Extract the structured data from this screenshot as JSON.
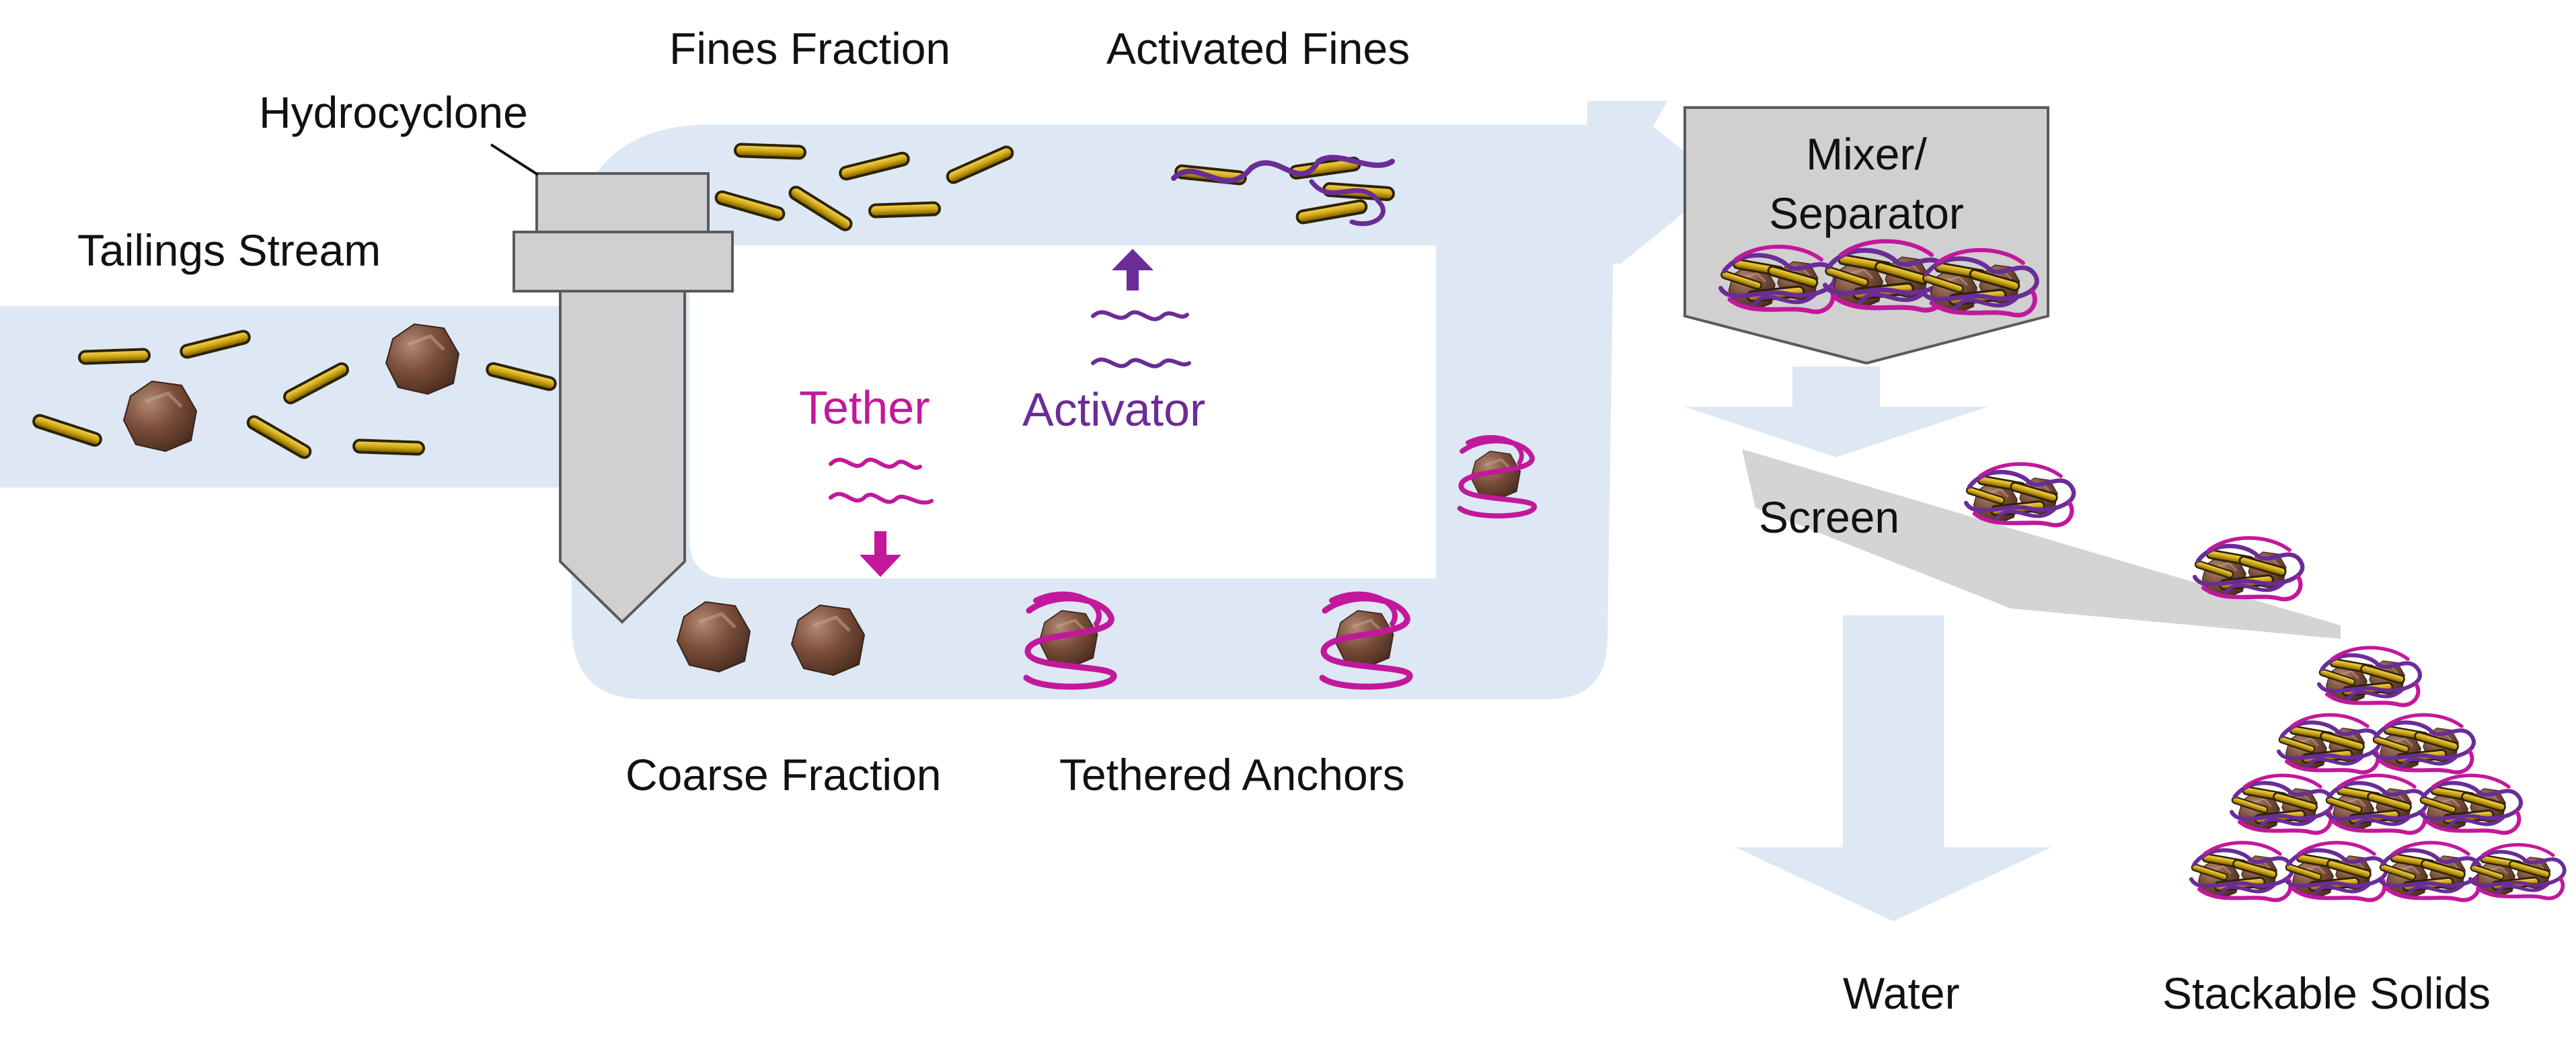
{
  "labels": {
    "tailings_stream": "Tailings Stream",
    "hydrocyclone": "Hydrocyclone",
    "fines_fraction": "Fines Fraction",
    "activated_fines": "Activated Fines",
    "mixer_separator_line1": "Mixer/",
    "mixer_separator_line2": "Separator",
    "tether": "Tether",
    "activator": "Activator",
    "screen": "Screen",
    "coarse_fraction": "Coarse Fraction",
    "tethered_anchors": "Tethered Anchors",
    "water": "Water",
    "stackable_solids": "Stackable Solids"
  },
  "colors": {
    "flow": "#dde8f4",
    "equipment_fill": "#d0d0d0",
    "equipment_stroke": "#5a5a5a",
    "fines_rod": "#c9a012",
    "fines_rod_edge": "#2d2200",
    "coarse_rock": "#6e4634",
    "tether": "#c2189b",
    "activator": "#6a2c96",
    "text": "#111111"
  },
  "icons": [
    "fines-rod-icon",
    "coarse-particle-icon",
    "tether-polymer-icon",
    "activator-polymer-icon",
    "tethered-anchor-icon",
    "floc-cluster-icon"
  ]
}
